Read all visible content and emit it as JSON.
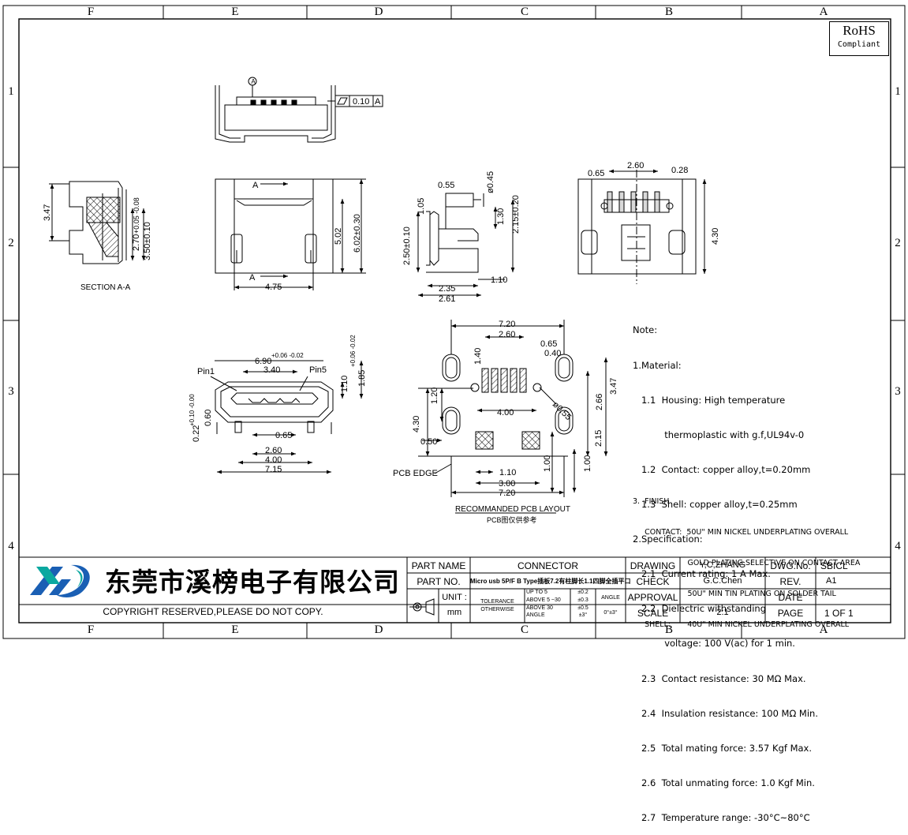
{
  "zones": {
    "top": [
      "F",
      "E",
      "D",
      "C",
      "B",
      "A"
    ],
    "bottom": [
      "F",
      "E",
      "D",
      "C",
      "B",
      "A"
    ],
    "left": [
      "1",
      "2",
      "3",
      "4"
    ],
    "right": [
      "1",
      "2",
      "3",
      "4"
    ]
  },
  "rohs": {
    "title": "RoHS",
    "subtitle": "Compliant"
  },
  "view_labels": {
    "section": "SECTION A-A",
    "recommended_layout": "RECOMMANDED PCB LAYOUT",
    "layout_note_cn": "PCB图仅供参考",
    "pcb_edge": "PCB EDGE",
    "datum_a": "A",
    "pin1": "Pin1",
    "pin5": "Pin5"
  },
  "dimensions": {
    "flatness": "0.10",
    "flatness_ref": "A",
    "sec_347": "3.47",
    "sec_270": "2.70",
    "sec_270_tol": "+0.05\n-0.08",
    "sec_350": "3.50±0.10",
    "top_475": "4.75",
    "top_502": "5.02",
    "top_602": "6.02±0.30",
    "side_055": "0.55",
    "side_045": "ø0.45",
    "side_105": "1.05",
    "side_130": "1.30",
    "side_215": "2.15±0.20",
    "side_250": "2.50±0.10",
    "side_235": "2.35",
    "side_261": "2.61",
    "side_110": "1.10",
    "bot_065": "0.65",
    "bot_260": "2.60",
    "bot_028": "0.28",
    "bot_430": "4.30",
    "fr_690": "6.90",
    "fr_690_tol": "+0.06 -0.02",
    "fr_340": "3.40",
    "fr_110": "1.10",
    "fr_185": "1.85",
    "fr_185_tol": "+0.06 -0.02",
    "fr_022": "0.22",
    "fr_022_tol": "+0.10 -0.00",
    "fr_060": "0.60",
    "fr_065": "0.65",
    "fr_260": "2.60",
    "fr_400": "4.00",
    "fr_715": "7.15",
    "pcb_720": "7.20",
    "pcb_260": "2.60",
    "pcb_065": "0.65",
    "pcb_040": "0.40",
    "pcb_140": "1.40",
    "pcb_120": "1.20",
    "pcb_430": "4.30",
    "pcb_400": "4.00",
    "pcb_055": "ø0.55",
    "pcb_266": "2.66",
    "pcb_347": "3.47",
    "pcb_050": "0.50",
    "pcb_215": "2.15",
    "pcb_100a": "1.00",
    "pcb_100b": "1.00",
    "pcb_110": "1.10",
    "pcb_300": "3.00",
    "pcb_720b": "7.20"
  },
  "notes": [
    "Note:",
    "1.Material:",
    "   1.1  Housing: High temperature",
    "           thermoplastic with g.f,UL94v-0",
    "   1.2  Contact: copper alloy,t=0.20mm",
    "   1.3  Shell: copper alloy,t=0.25mm",
    "2.Specification:",
    "   2.1  Current rating: 1 A Max.",
    "   2.2  Dielectric withstanding",
    "           voltage: 100 V(ac) for 1 min.",
    "   2.3  Contact resistance: 30 MΩ Max.",
    "   2.4  Insulation resistance: 100 MΩ Min.",
    "   2.5  Total mating force: 3.57 Kgf Max.",
    "   2.6  Total unmating force: 1.0 Kgf Min.",
    "   2.7  Temperature range: -30°C~80°C"
  ],
  "finish": [
    "3.  FINISH",
    "     CONTACT:  50U\" MIN NICKEL UNDERPLATING OVERALL",
    "                       GOLD PLATING SELECTIVE ON CONTACT AREA",
    "                       50U\" MIN TIN PLATING ON SOLDER TAIL",
    "     SHELL:       40U\" MIN NICKEL UNDERPLATING OVERALL"
  ],
  "title_block": {
    "company": "东莞市溪榜电子有限公司",
    "copyright": "COPYRIGHT RESERVED,PLEASE DO NOT COPY.",
    "part_name_label": "PART NAME",
    "part_name": "CONNECTOR",
    "part_no_label": "PART NO.",
    "part_no": "Micro usb 5P/F B Type插板7.2有柱脚长1.1四脚全插平口",
    "unit_label": "UNIT :",
    "unit": "mm",
    "tolerance_label": "TOLERANCE",
    "otherwise_label": "OTHERWISE",
    "tol_rows": [
      {
        "range": "UP TO 5",
        "tol": "±0.2"
      },
      {
        "range": "ABOVE 5 ~30",
        "tol": "±0.3"
      },
      {
        "range": "ABOVE 30",
        "tol": "±0.5"
      },
      {
        "range": "ANGLE",
        "tol": "±3°"
      }
    ],
    "angle_label": "ANGLE",
    "angle_tol": "0°±3°",
    "drawing_label": "DRAWING",
    "drawing": "Y,C,ZHANG",
    "check_label": "CHECK",
    "check": "G.C.Chen",
    "approval_label": "APPROVAL",
    "approval": "",
    "scale_label": "SCALE",
    "scale": "2:1",
    "dwg_no_label": "DWG.No.",
    "dwg_no": "SBICL",
    "rev_label": "REV.",
    "rev": "A1",
    "date_label": "DATE",
    "date": "",
    "page_label": "PAGE",
    "page": "1 OF 1"
  },
  "colors": {
    "logo_blue": "#1a5fb4",
    "logo_teal": "#0aa8a0",
    "ink": "#000000"
  }
}
